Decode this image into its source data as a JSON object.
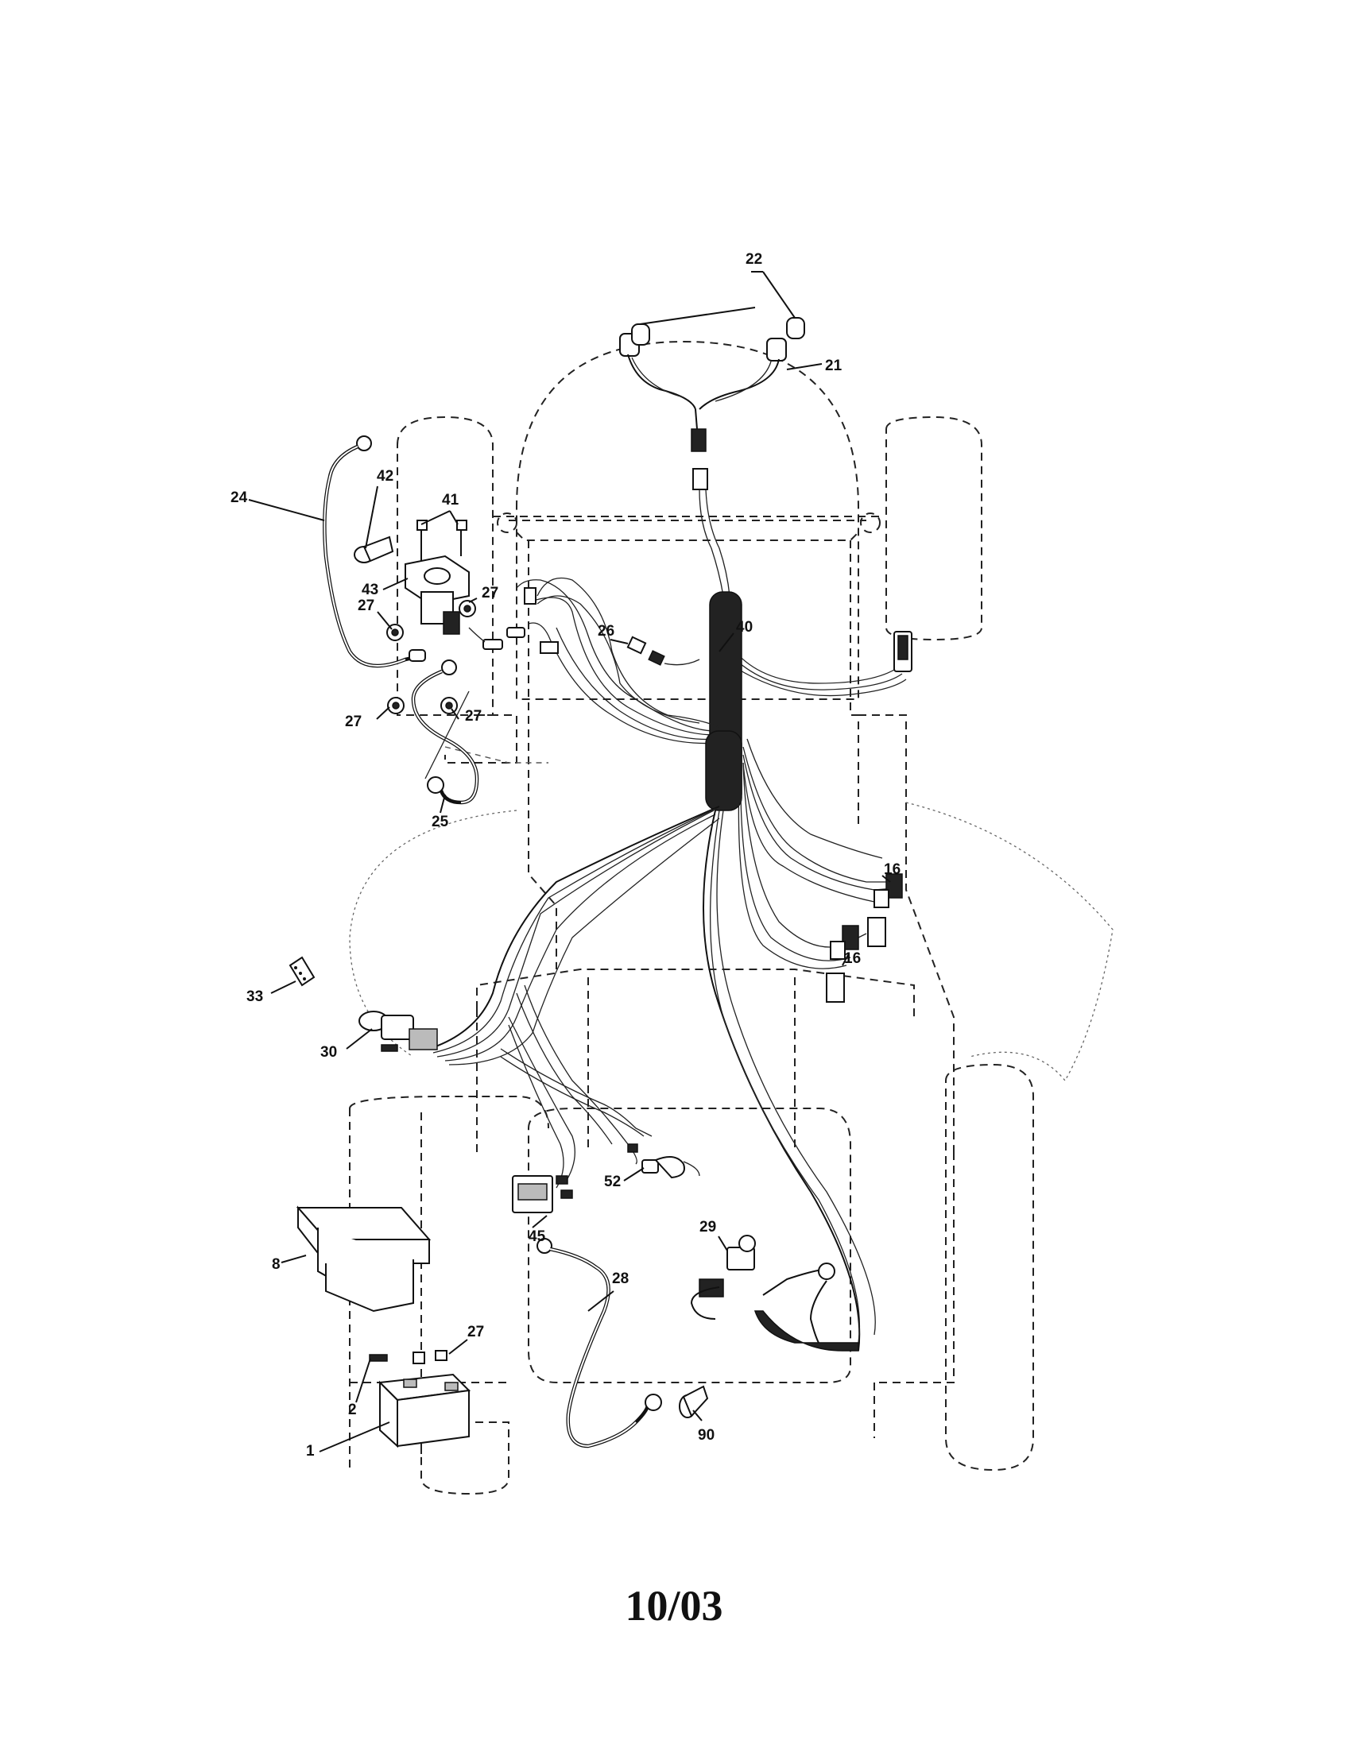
{
  "footer": {
    "date": "10/03"
  },
  "callouts": {
    "c1": "1",
    "c2": "2",
    "c8": "8",
    "c16a": "16",
    "c16b": "16",
    "c21": "21",
    "c22": "22",
    "c24": "24",
    "c25": "25",
    "c26": "26",
    "c27a": "27",
    "c27b": "27",
    "c27c": "27",
    "c27d": "27",
    "c27e": "27",
    "c28": "28",
    "c29": "29",
    "c30": "30",
    "c33": "33",
    "c40": "40",
    "c41": "41",
    "c42": "42",
    "c43": "43",
    "c45": "45",
    "c52": "52",
    "c90": "90"
  }
}
